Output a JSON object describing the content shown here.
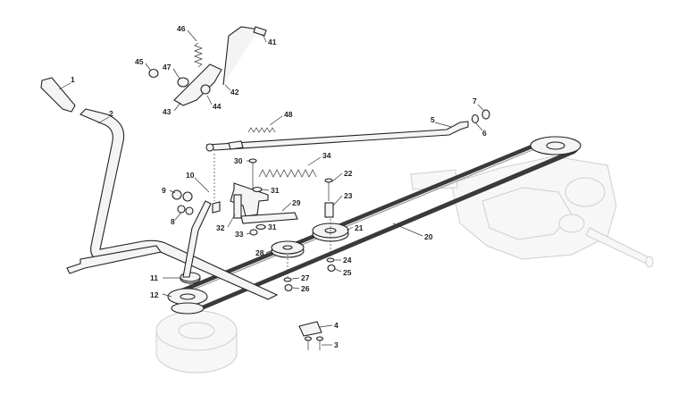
{
  "callouts": [
    {
      "id": "c1",
      "text": "1"
    },
    {
      "id": "c2",
      "text": "2"
    },
    {
      "id": "c3",
      "text": "3"
    },
    {
      "id": "c4",
      "text": "4"
    },
    {
      "id": "c5",
      "text": "5"
    },
    {
      "id": "c6",
      "text": "6"
    },
    {
      "id": "c7",
      "text": "7"
    },
    {
      "id": "c8",
      "text": "8"
    },
    {
      "id": "c9",
      "text": "9"
    },
    {
      "id": "c10",
      "text": "10"
    },
    {
      "id": "c11",
      "text": "11"
    },
    {
      "id": "c12",
      "text": "12"
    },
    {
      "id": "c20",
      "text": "20"
    },
    {
      "id": "c21",
      "text": "21"
    },
    {
      "id": "c22",
      "text": "22"
    },
    {
      "id": "c23",
      "text": "23"
    },
    {
      "id": "c24",
      "text": "24"
    },
    {
      "id": "c25",
      "text": "25"
    },
    {
      "id": "c26",
      "text": "26"
    },
    {
      "id": "c27",
      "text": "27"
    },
    {
      "id": "c28",
      "text": "28"
    },
    {
      "id": "c29",
      "text": "29"
    },
    {
      "id": "c30",
      "text": "30"
    },
    {
      "id": "c31a",
      "text": "31"
    },
    {
      "id": "c31b",
      "text": "31"
    },
    {
      "id": "c32",
      "text": "32"
    },
    {
      "id": "c33",
      "text": "33"
    },
    {
      "id": "c34",
      "text": "34"
    },
    {
      "id": "c41",
      "text": "41"
    },
    {
      "id": "c42",
      "text": "42"
    },
    {
      "id": "c43",
      "text": "43"
    },
    {
      "id": "c44",
      "text": "44"
    },
    {
      "id": "c45",
      "text": "45"
    },
    {
      "id": "c46",
      "text": "46"
    },
    {
      "id": "c47",
      "text": "47"
    },
    {
      "id": "c48",
      "text": "48"
    }
  ],
  "colors": {
    "ink": "#222222",
    "belt": "#3a3a3a",
    "ghost": "#cfcfcf",
    "background": "#ffffff"
  }
}
